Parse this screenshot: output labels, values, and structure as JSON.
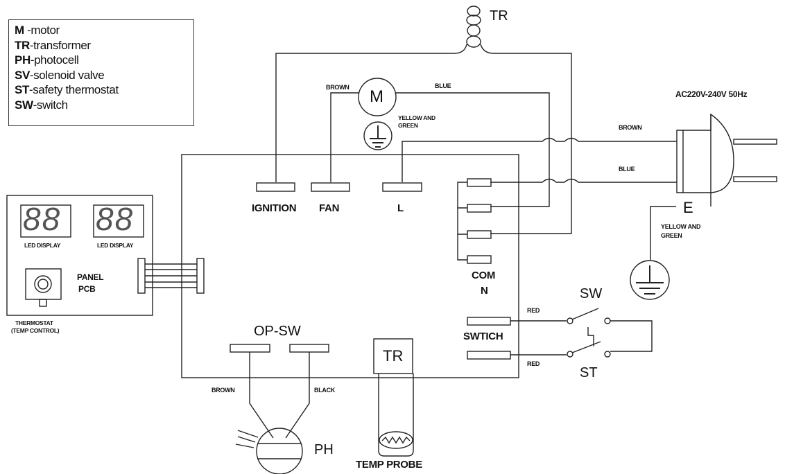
{
  "legend": [
    {
      "code": "M",
      "sep": " -",
      "desc": "motor"
    },
    {
      "code": "TR",
      "sep": "-",
      "desc": "transformer"
    },
    {
      "code": "PH",
      "sep": "-",
      "desc": "photocell"
    },
    {
      "code": "SV",
      "sep": "-",
      "desc": "solenoid valve"
    },
    {
      "code": "ST",
      "sep": "-",
      "desc": "safety thermostat"
    },
    {
      "code": "SW",
      "sep": "-",
      "desc": "switch"
    }
  ],
  "transformer_top": {
    "label": "TR"
  },
  "motor": {
    "symbol": "M",
    "wire_left": "BROWN",
    "wire_right": "BLUE"
  },
  "motor_ground": {
    "label_line1": "YELLOW AND",
    "label_line2": "GREEN"
  },
  "power": {
    "supply": "AC220V-240V 50Hz",
    "wire_top": "BROWN",
    "wire_bottom": "BLUE"
  },
  "earth": {
    "symbol": "E",
    "label_line1": "YELLOW AND",
    "label_line2": "GREEN"
  },
  "terminals": {
    "ignition": "IGNITION",
    "fan": "FAN",
    "l": "L",
    "com_line1": "COM",
    "com_line2": "N",
    "switch": "SWTICH"
  },
  "panel": {
    "led_left": "LED DISPLAY",
    "led_right": "LED DISPLAY",
    "digits": "88",
    "pcb_line1": "PANEL",
    "pcb_line2": "PCB",
    "thermostat_line1": "THERMOSTAT",
    "thermostat_line2": "(TEMP CONTROL)"
  },
  "switches": {
    "sw": "SW",
    "st": "ST",
    "wire_top": "RED",
    "wire_bottom": "RED"
  },
  "op_sw": {
    "label": "OP-SW",
    "wire_left": "BROWN",
    "wire_right": "BLACK"
  },
  "photocell": {
    "label": "PH"
  },
  "temp_transformer": {
    "label": "TR"
  },
  "temp_probe": {
    "label": "TEMP PROBE"
  }
}
